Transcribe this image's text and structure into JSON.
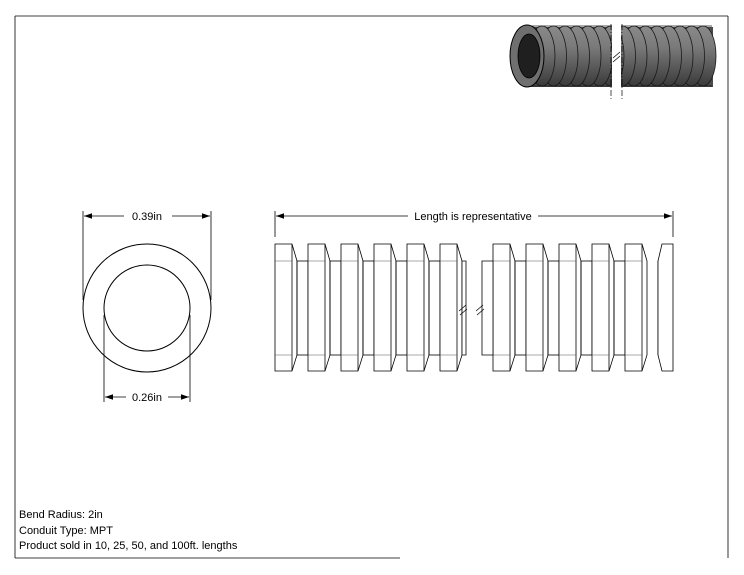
{
  "dimensions": {
    "outer_diameter": "0.39in",
    "inner_diameter": "0.26in",
    "length_note": "Length is representative"
  },
  "notes": {
    "bend_radius": "Bend Radius: 2in",
    "conduit_type": "Conduit Type: MPT",
    "lengths": "Product sold in 10, 25, 50, and 100ft. lengths"
  },
  "colors": {
    "line": "#000000",
    "hidden_line": "#9a9a9a",
    "pipe_dark": "#2e2e2e",
    "pipe_mid": "#6f6f6f",
    "pipe_light": "#a6a6a6"
  }
}
